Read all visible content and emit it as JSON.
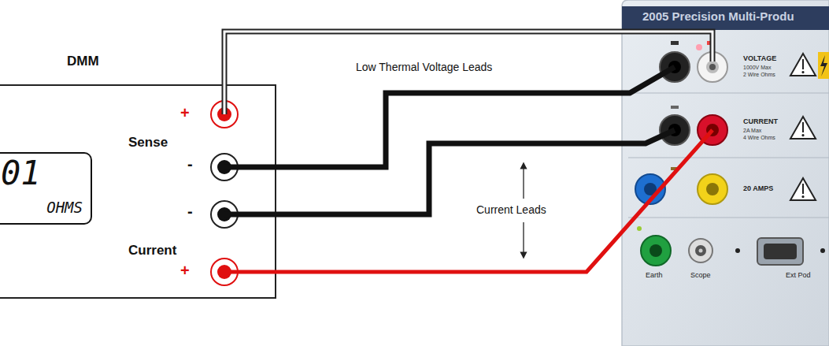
{
  "diagram": {
    "nodes": [
      {
        "text": [
          "DMM"
        ]
      },
      {
        "text": [
          "01",
          "OHMS"
        ],
        "in": 0
      },
      {
        "text": [
          "2005 Precision Multi-Produ"
        ]
      }
    ],
    "edges": [
      {
        "from": 0,
        "to": 2,
        "arrow": "none"
      },
      {
        "from": 0,
        "to": 2,
        "arrow": "none"
      },
      {
        "from": 0,
        "to": 2,
        "arrow": "none"
      },
      {
        "from": 0,
        "to": 2,
        "arrow": "none"
      }
    ],
    "labels": [
      "+",
      "Sense",
      "-",
      "-",
      "Current",
      "+",
      "Low Thermal Voltage Leads",
      "Current Leads",
      "VOLTAGE",
      "1000V Max",
      "2 Wire Ohms",
      "CURRENT",
      "2A Max",
      "4 Wire Ohms",
      "20 AMPS",
      "Earth",
      "Scope",
      "Ext Pod"
    ]
  }
}
